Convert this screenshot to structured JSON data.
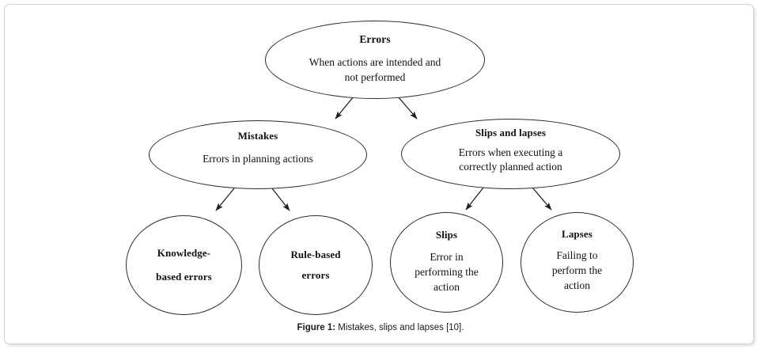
{
  "figure": {
    "caption_label": "Figure 1:",
    "caption_text": " Mistakes, slips and lapses [10].",
    "background": "#ffffff",
    "stroke_color": "#2b2b2b",
    "frame_color": "#d2d2d2"
  },
  "diagram": {
    "type": "hierarchy-tree",
    "nodes": {
      "errors": {
        "title": "Errors",
        "body_line1": "When actions are intended and",
        "body_line2": "not performed",
        "shape": "ellipse",
        "level": 1
      },
      "mistakes": {
        "title": "Mistakes",
        "body_line1": "Errors in planning actions",
        "shape": "ellipse",
        "level": 2
      },
      "slips_and_lapses": {
        "title": "Slips and lapses",
        "body_line1": "Errors when executing a",
        "body_line2": "correctly planned action",
        "shape": "ellipse",
        "level": 2
      },
      "knowledge_based_errors": {
        "title_line1": "Knowledge-",
        "title_line2": "based errors",
        "shape": "circle",
        "level": 3
      },
      "rule_based_errors": {
        "title_line1": "Rule-based",
        "title_line2": "errors",
        "shape": "circle",
        "level": 3
      },
      "slips": {
        "title": "Slips",
        "body_line1": "Error in",
        "body_line2": "performing the",
        "body_line3": "action",
        "shape": "circle",
        "level": 3
      },
      "lapses": {
        "title": "Lapses",
        "body_line1": "Failing to",
        "body_line2": "perform the",
        "body_line3": "action",
        "shape": "circle",
        "level": 3
      }
    },
    "edges": [
      {
        "from": "errors",
        "to": "mistakes",
        "style": "arrow"
      },
      {
        "from": "errors",
        "to": "slips_and_lapses",
        "style": "arrow"
      },
      {
        "from": "mistakes",
        "to": "knowledge_based_errors",
        "style": "arrow"
      },
      {
        "from": "mistakes",
        "to": "rule_based_errors",
        "style": "arrow"
      },
      {
        "from": "slips_and_lapses",
        "to": "slips",
        "style": "arrow"
      },
      {
        "from": "slips_and_lapses",
        "to": "lapses",
        "style": "arrow"
      }
    ]
  }
}
